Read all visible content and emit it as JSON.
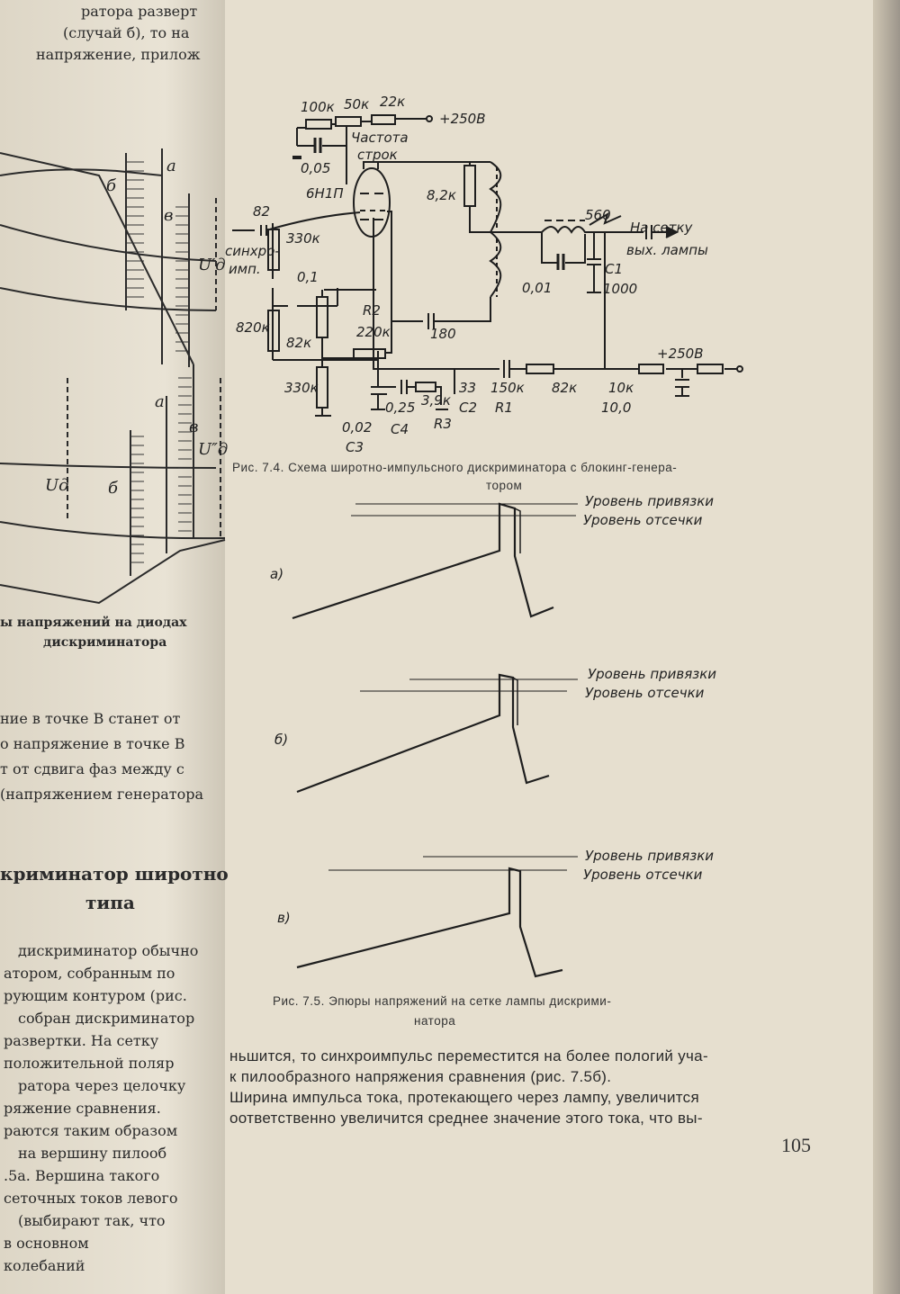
{
  "left_page": {
    "top_lines": [
      "ратора разверт",
      "(случай б), то на",
      "напряжение, прилож"
    ],
    "figure_labels": {
      "b1": "б",
      "a1": "а",
      "v1": "в",
      "u1": "U′д",
      "a2": "а",
      "v2": "в",
      "b2": "б",
      "ud": "Uд",
      "u2": "U″д"
    },
    "caption_lines": [
      "ы    напряжений на диодах",
      "дискриминатора"
    ],
    "paragraph1": [
      "ние в точке В станет от",
      "о напряжение в точке В",
      "т от сдвига фаз между с",
      "́(напряжением генератора"
    ],
    "heading": [
      "криминатор широтно",
      "типа"
    ],
    "paragraph2": [
      "дискриминатор обычно",
      "атором, собранным по",
      "рующим контуром (рис.",
      "собран дискриминатор",
      "развертки. На сетку",
      "положительной поляр",
      "ратора через целочку",
      "ряжение сравнения.",
      "раются таким образом",
      "на вершину пилооб",
      ".5а. Вершина такого",
      "сеточных токов левого",
      "(выбирают так, что",
      "в основном",
      "колебаний"
    ]
  },
  "schematic": {
    "labels": {
      "r100k": "100к",
      "r50k": "50к",
      "r22k": "22к",
      "plus250_top": "+250В",
      "freq1": "Частота",
      "freq2": "строк",
      "c005": "0,05",
      "tube": "6Н1П",
      "c82": "82",
      "sync1": "синхро-",
      "sync2": "имп.",
      "r330k_a": "330к",
      "c01": "0,1",
      "r820k": "820к",
      "r82k_a": "82к",
      "r330k_b": "330к",
      "r2": "R2",
      "r220k": "220к",
      "c180": "180",
      "r82k_b": "8,2к",
      "c560": "560",
      "out1": "На сетку",
      "out2": "вых. лампы",
      "c1": "C1",
      "c1000": "1000",
      "c001": "0,01",
      "c33": "33",
      "c2": "C2",
      "r150k": "150к",
      "r1": "R1",
      "r82k_c": "82к",
      "r10k": "10к",
      "c10": "10,0",
      "plus250_bot": "+250В",
      "c002": "0,02",
      "c3": "C3",
      "c025": "0,25",
      "c4": "C4",
      "r39k": "3,9к",
      "r3": "R3"
    },
    "caption": [
      "Рис. 7.4. Схема широтно-импульсного дискриминатора с блокинг-генера-",
      "тором"
    ]
  },
  "waveforms": {
    "level_clamp": "Уровень привязки",
    "level_cutoff": "Уровень отсечки",
    "panels": [
      {
        "label": "а)"
      },
      {
        "label": "б)"
      },
      {
        "label": "в)"
      }
    ],
    "caption": [
      "Рис. 7.5. Эпюры напряжений на сетке лампы дискрими-",
      "натора"
    ]
  },
  "right_text": [
    "ньшится, то синхроимпульс переместится на более пологий уча-",
    "к пилообразного напряжения сравнения (рис. 7.5б).",
    "Ширина импульса тока, протекающего через лампу, увеличится",
    "оответственно увеличится среднее значение этого тока, что вы-"
  ],
  "page_number": "105"
}
